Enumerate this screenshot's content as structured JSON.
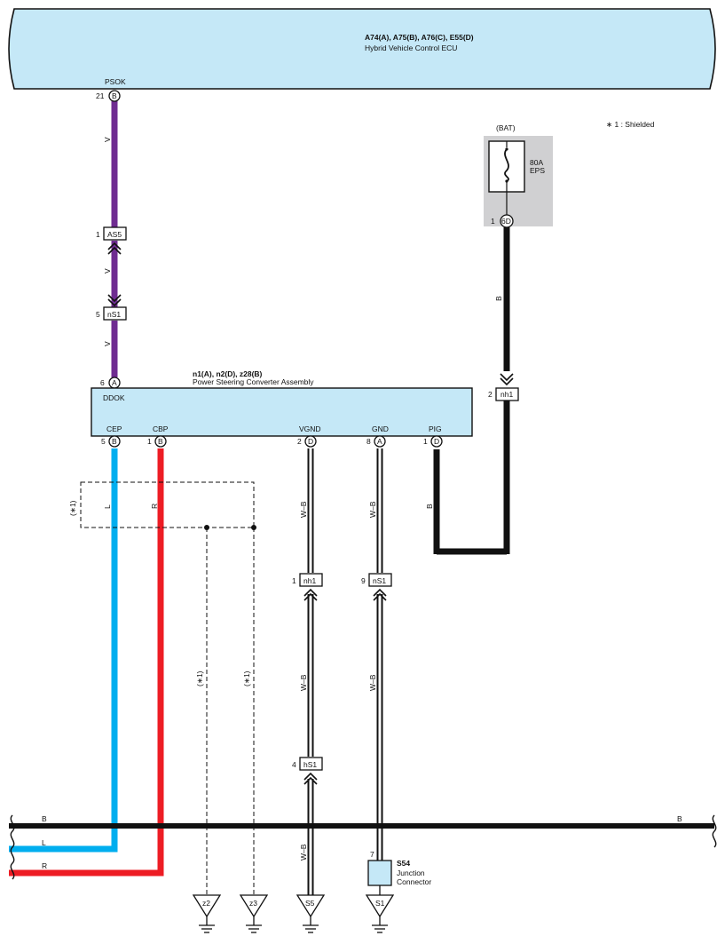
{
  "ecu": {
    "connectors": "A74(A), A75(B), A76(C), E55(D)",
    "name": "Hybrid Vehicle Control ECU"
  },
  "note": "∗ 1 : Shielded",
  "psok": {
    "terminal": "PSOK",
    "pin": "21",
    "conn": "B"
  },
  "fuse": {
    "source": "(BAT)",
    "rating": "80A",
    "name": "EPS",
    "pin": "1",
    "conn": "6D"
  },
  "inline": {
    "as5": {
      "pin": "1",
      "name": "AS5"
    },
    "ns1_top": {
      "pin": "5",
      "name": "nS1"
    },
    "nh1_right": {
      "pin": "2",
      "name": "nh1"
    },
    "nh1_vgnd": {
      "pin": "1",
      "name": "nh1"
    },
    "ns1_gnd": {
      "pin": "9",
      "name": "nS1"
    },
    "hs1": {
      "pin": "4",
      "name": "hS1"
    }
  },
  "assembly": {
    "connectors": "n1(A), n2(D), z28(B)",
    "name": "Power Steering Converter Assembly",
    "top_terminal": {
      "name": "DDOK",
      "pin": "6",
      "conn": "A"
    },
    "terminals": [
      {
        "name": "CEP",
        "pin": "5",
        "conn": "B"
      },
      {
        "name": "CBP",
        "pin": "1",
        "conn": "B"
      },
      {
        "name": "VGND",
        "pin": "2",
        "conn": "D"
      },
      {
        "name": "GND",
        "pin": "8",
        "conn": "A"
      },
      {
        "name": "PIG",
        "pin": "1",
        "conn": "D"
      }
    ]
  },
  "wire_colors": {
    "V": "V",
    "B": "B",
    "L": "L",
    "R": "R",
    "WB": "W–B"
  },
  "shield_note": "(∗1)",
  "junction": {
    "pin": "7",
    "name": "S54",
    "line1": "Junction",
    "line2": "Connector"
  },
  "grounds": {
    "z2": "z2",
    "z3": "z3",
    "s5": "S5",
    "s1": "S1"
  },
  "colors": {
    "ecu_fill": "#c5e8f7",
    "violet": "#6f2c91",
    "blue": "#00aeef",
    "red": "#ed1c24",
    "black": "#111111",
    "fuse_bg": "#d0d0d2"
  }
}
